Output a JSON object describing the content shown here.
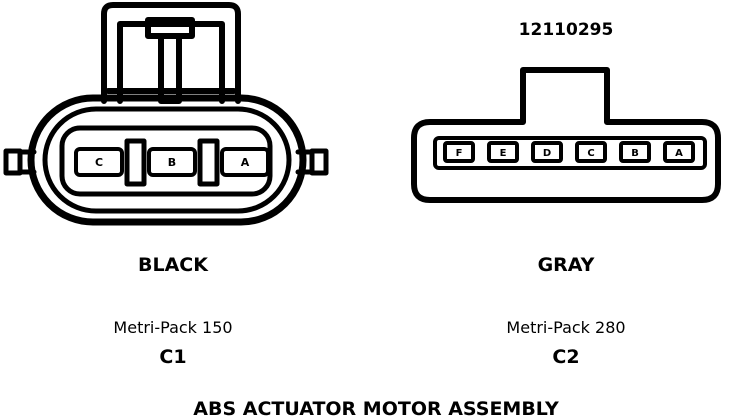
{
  "title": "ABS ACTUATOR MOTOR ASSEMBLY",
  "connectors": [
    {
      "id": "c1",
      "color_label": "BLACK",
      "type_label": "Metri-Pack 150",
      "designation": "C1",
      "pins": [
        "C",
        "B",
        "A"
      ]
    },
    {
      "id": "c2",
      "part_number": "12110295",
      "color_label": "GRAY",
      "type_label": "Metri-Pack 280",
      "designation": "C2",
      "pins": [
        "F",
        "E",
        "D",
        "C",
        "B",
        "A"
      ]
    }
  ]
}
